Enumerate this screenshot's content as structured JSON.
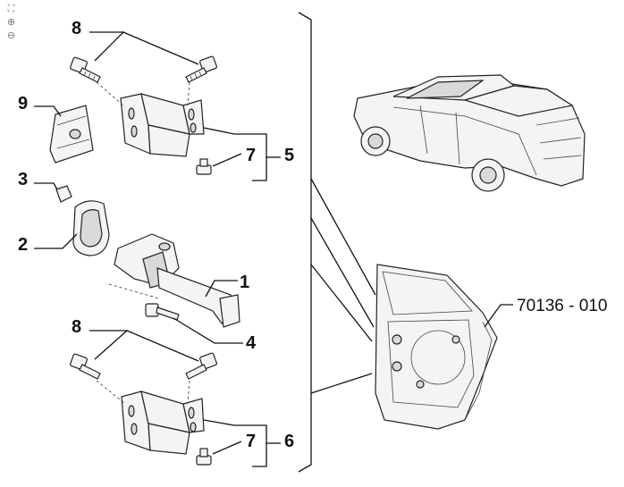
{
  "toolbar": {
    "items": [
      {
        "icon": "fit-page-icon",
        "glyph": "⛶"
      },
      {
        "icon": "zoom-in-icon",
        "glyph": "⊕"
      },
      {
        "icon": "zoom-out-icon",
        "glyph": "⊖"
      }
    ]
  },
  "callouts": {
    "c1": "1",
    "c2": "2",
    "c3": "3",
    "c4": "4",
    "c5": "5",
    "c6": "6",
    "c7a": "7",
    "c7b": "7",
    "c8a": "8",
    "c8b": "8",
    "c9": "9"
  },
  "reference_code": "70136 - 010"
}
